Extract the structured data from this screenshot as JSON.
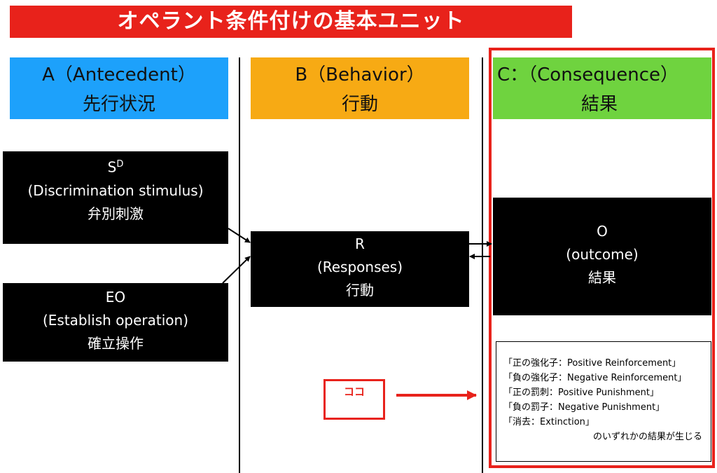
{
  "title": "オペラント条件付けの基本ユニット",
  "columns": [
    {
      "letter": "A（Antecedent）",
      "jp": "先行状況",
      "color": "#1da1fb"
    },
    {
      "letter": "B（Behavior）",
      "jp": "行動",
      "color": "#f7aa14"
    },
    {
      "letter": "C：（Consequence）",
      "jp": "結果",
      "color": "#6fd33f"
    }
  ],
  "boxes": {
    "sd": {
      "label": "S",
      "sup": "D",
      "en": "(Discrimination stimulus)",
      "jp": "弁別刺激"
    },
    "eo": {
      "label": "EO",
      "en": "(Establish operation)",
      "jp": "確立操作"
    },
    "r": {
      "label": "R",
      "en": "(Responses)",
      "jp": "行動"
    },
    "o": {
      "label": "O",
      "en": "(outcome)",
      "jp": "結果"
    }
  },
  "legend": {
    "items": [
      "「正の強化子：Positive Reinforcement」",
      "「負の強化子：Negative Reinforcement」",
      "「正の罰刺：Positive Punishment」",
      "「負の罰子：Negative Punishment」",
      "「消去：Extinction」"
    ],
    "tail": "のいずれかの結果が生じる"
  },
  "callout": {
    "label": "ココ",
    "color": "#e8221b"
  }
}
